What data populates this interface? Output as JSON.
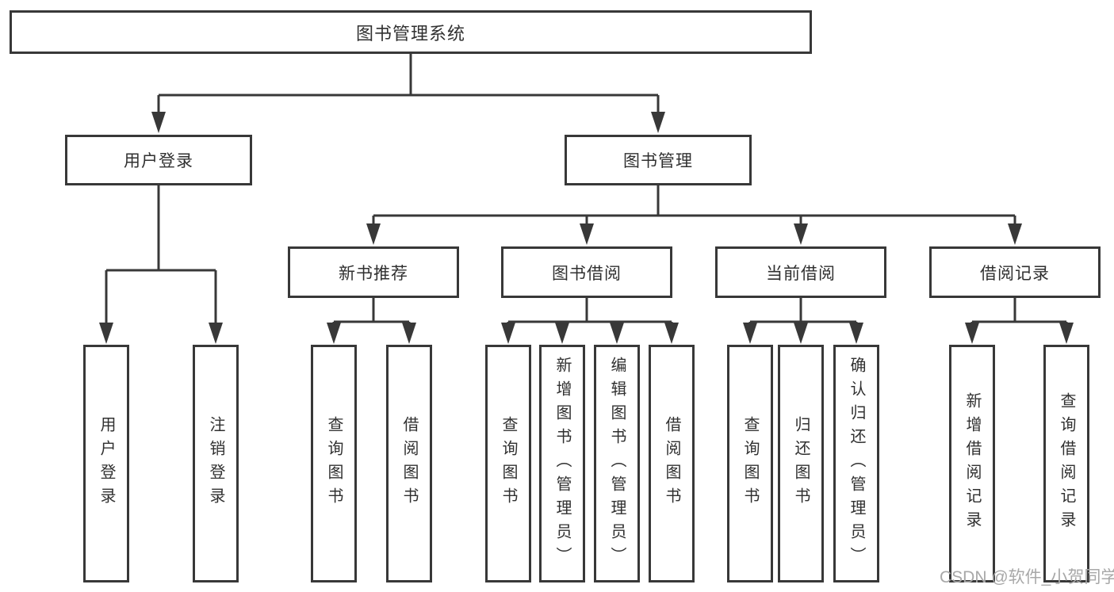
{
  "diagram_title": "图书管理系统",
  "tree": {
    "label": "图书管理系统",
    "children": [
      {
        "label": "用户登录",
        "children": [
          {
            "label": "用户登录"
          },
          {
            "label": "注销登录"
          }
        ]
      },
      {
        "label": "图书管理",
        "children": [
          {
            "label": "新书推荐",
            "children": [
              {
                "label": "查询图书"
              },
              {
                "label": "借阅图书"
              }
            ]
          },
          {
            "label": "图书借阅",
            "children": [
              {
                "label": "查询图书"
              },
              {
                "label": "新增图书（管理员）"
              },
              {
                "label": "编辑图书（管理员）"
              },
              {
                "label": "借阅图书"
              }
            ]
          },
          {
            "label": "当前借阅",
            "children": [
              {
                "label": "查询图书"
              },
              {
                "label": "归还图书"
              },
              {
                "label": "确认归还（管理员）"
              }
            ]
          },
          {
            "label": "借阅记录",
            "children": [
              {
                "label": "新增借阅记录"
              },
              {
                "label": "查询借阅记录"
              }
            ]
          }
        ]
      }
    ]
  },
  "watermark": {
    "text": "CSDN @软件_小贺同学"
  },
  "colors": {
    "line": "#383838",
    "box_border": "#383838",
    "text": "#303030",
    "background": "#ffffff",
    "watermark": "#a8a8a8"
  }
}
